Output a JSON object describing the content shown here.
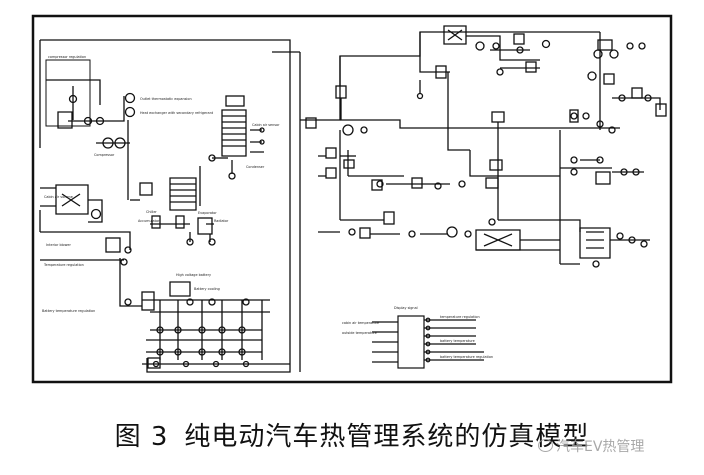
{
  "figure": {
    "caption_number": "图 3",
    "caption_text": "纯电动汽车热管理系统的仿真模型"
  },
  "watermark": {
    "text": "汽车EV热管理"
  },
  "diagram": {
    "left_system_labels": [
      "compressor regulation",
      "Outlet thermostatic expansion",
      "Heat exchanger with secondary refrigerant",
      "Compressor",
      "Condenser",
      "Chiller",
      "Evaporator",
      "Accumulator",
      "Radiator",
      "Cabin air sensor",
      "Cabin air volume",
      "Interior blower",
      "Battery temperature regulation",
      "Temperature regulation",
      "High voltage battery",
      "Battery cooling"
    ],
    "legend_labels": [
      "Display signal",
      "cabin air temperature",
      "outside temperature",
      "temperature regulation",
      "battery temperature",
      "battery temperature regulation"
    ]
  }
}
